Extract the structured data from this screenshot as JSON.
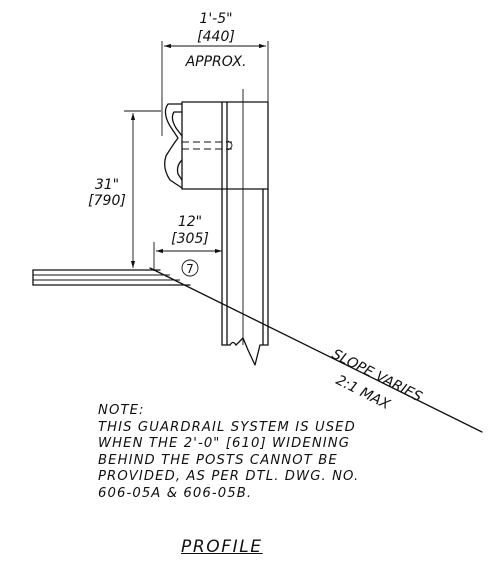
{
  "dimensions": {
    "top_width": {
      "imperial": "1'-5\"",
      "metric": "[440]",
      "qualifier": "APPROX."
    },
    "height": {
      "imperial": "31\"",
      "metric": "[790]"
    },
    "offset": {
      "imperial": "12\"",
      "metric": "[305]"
    }
  },
  "callout": {
    "number": "7"
  },
  "slope": {
    "line1": "SLOPE VARIES",
    "line2": "2:1 MAX"
  },
  "note": {
    "heading": "NOTE:",
    "lines": [
      "THIS GUARDRAIL SYSTEM IS USED",
      "WHEN THE 2'-0\" [610] WIDENING",
      "BEHIND THE POSTS CANNOT BE",
      "PROVIDED, AS PER DTL. DWG. NO.",
      "606-05A & 606-05B."
    ]
  },
  "title": "PROFILE"
}
